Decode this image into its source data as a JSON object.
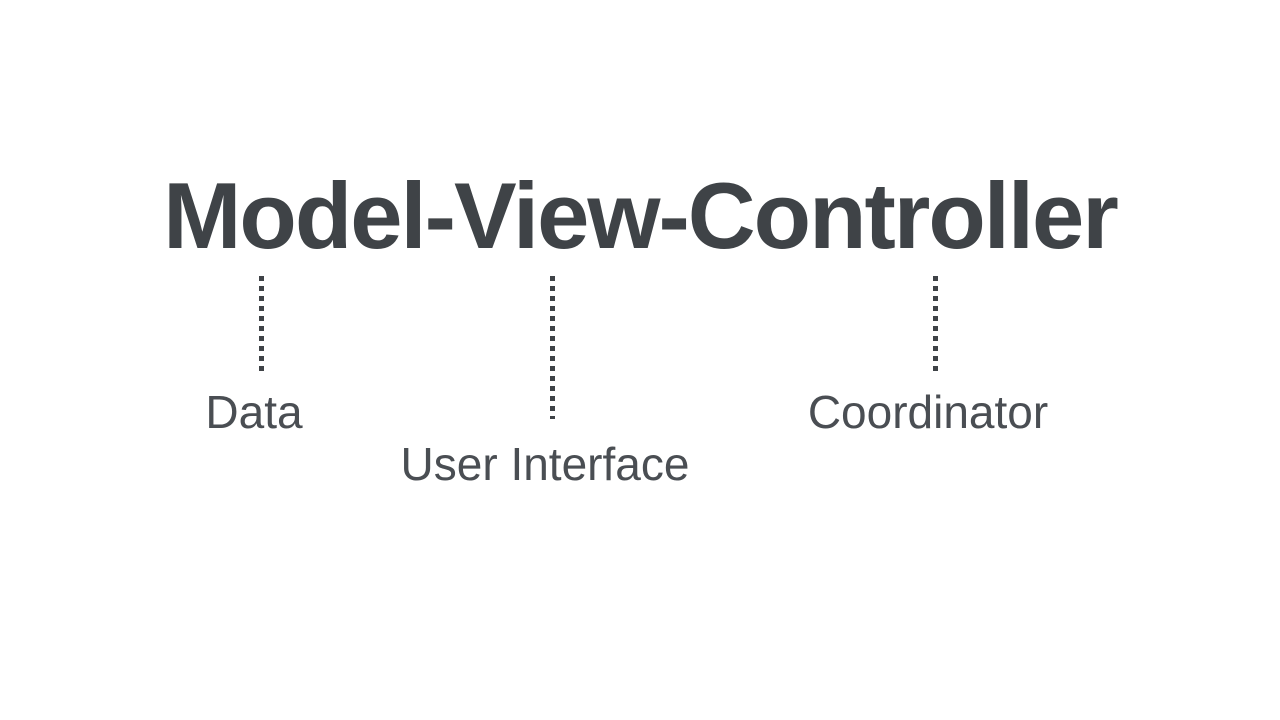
{
  "background_color": "#FFFFFF",
  "colors": {
    "title_text": "#3F4347",
    "label_text": "#4A4E53",
    "connector_dots": "#3F4347"
  },
  "title": "Model-View-Controller",
  "annotations": [
    {
      "id": "model",
      "term": "Model",
      "label": "Data"
    },
    {
      "id": "view",
      "term": "View",
      "label": "User Interface"
    },
    {
      "id": "controller",
      "term": "Controller",
      "label": "Coordinator"
    }
  ]
}
